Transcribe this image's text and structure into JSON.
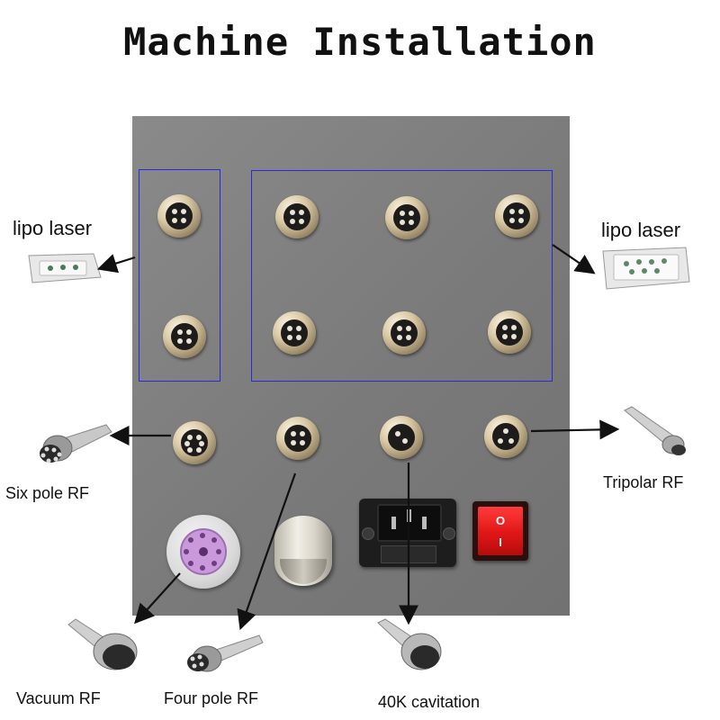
{
  "title": "Machine Installation",
  "labels": {
    "lipo_laser_left": "lipo laser",
    "lipo_laser_right": "lipo laser",
    "six_pole_rf": "Six pole RF",
    "tripolar_rf": "Tripolar RF",
    "vacuum_rf": "Vacuum RF",
    "four_pole_rf": "Four pole RF",
    "cavitation": "40K cavitation"
  },
  "power_switch": {
    "top_mark": "O",
    "bottom_mark": "I"
  },
  "colors": {
    "group_box": "#2a2ad8",
    "panel": "#7e7e7e",
    "switch": "#e01616",
    "vacuum_port": "#c999dc",
    "arrow": "#111111"
  },
  "icons": [
    "aviation-connector",
    "vacuum-port",
    "rotary-knob",
    "power-inlet",
    "rocker-switch",
    "lipo-laser-pad",
    "rf-handpiece",
    "cavitation-handpiece"
  ]
}
